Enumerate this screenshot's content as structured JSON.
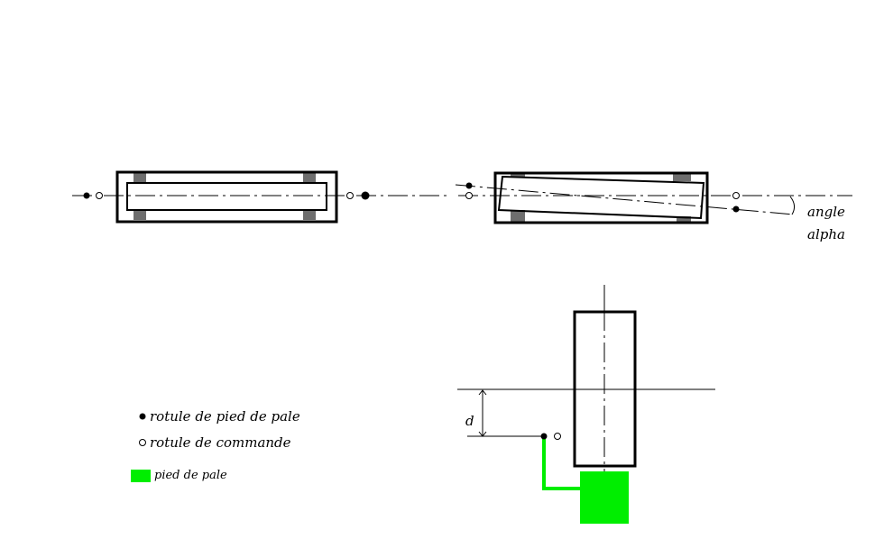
{
  "diagram": {
    "title": "Blade root pitch joints",
    "labels": {
      "angle_line1": "angle",
      "angle_line2": "alpha",
      "distance": "d"
    },
    "legend": [
      {
        "symbol": "filled-circle",
        "label": "rotule de pied de pale"
      },
      {
        "symbol": "open-circle",
        "label": "rotule de commande"
      },
      {
        "symbol": "green-rect",
        "label": "pied de pale"
      }
    ],
    "colors": {
      "blade_root": "#00ee00",
      "pad": "#6e6e6e",
      "line": "#000000"
    }
  }
}
